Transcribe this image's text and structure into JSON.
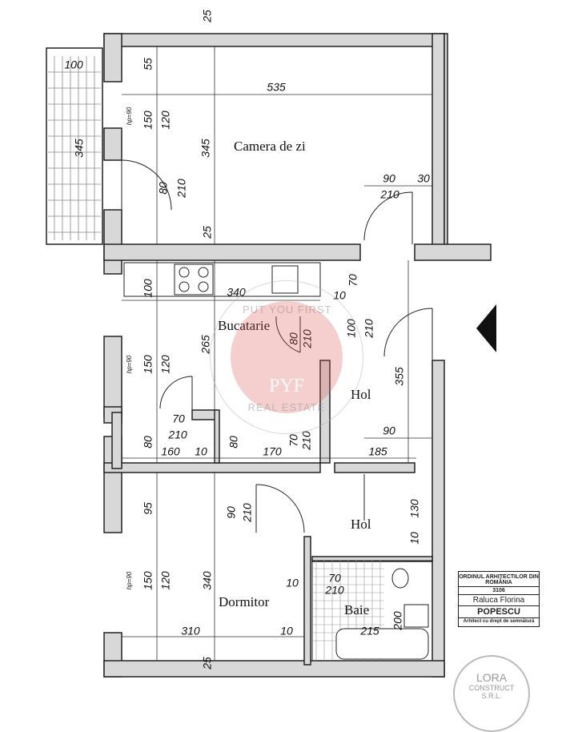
{
  "rooms": {
    "living": "Camera de zi",
    "kitchen": "Bucatarie",
    "hall1": "Hol",
    "hall2": "Hol",
    "bedroom": "Dormitor",
    "bath": "Baie"
  },
  "dimensions": [
    "25",
    "100",
    "55",
    "535",
    "150",
    "120",
    "hp=90",
    "345",
    "345",
    "80",
    "210",
    "90",
    "30",
    "210",
    "25",
    "100",
    "340",
    "10",
    "70",
    "80",
    "210",
    "100",
    "210",
    "265",
    "hp=90",
    "150",
    "120",
    "355",
    "70",
    "210",
    "90",
    "80",
    "160",
    "10",
    "80",
    "170",
    "70",
    "210",
    "185",
    "95",
    "90",
    "210",
    "130",
    "10",
    "hp=90",
    "150",
    "120",
    "340",
    "10",
    "70",
    "210",
    "200",
    "215",
    "310",
    "10",
    "25"
  ],
  "stamp": {
    "line1": "ORDINUL ARHITECTILOR DIN ROMÂNIA",
    "number": "3106",
    "name": "Raluca Florina",
    "surname": "POPESCU",
    "note": "Arhitect cu drept de semnătură"
  },
  "seal": {
    "name": "LORA",
    "line2": "CONSTRUCT",
    "line3": "S.R.L."
  },
  "watermark": {
    "top": "PUT YOU FIRST",
    "logo": "PYF",
    "bottom": "REAL ESTATE"
  }
}
